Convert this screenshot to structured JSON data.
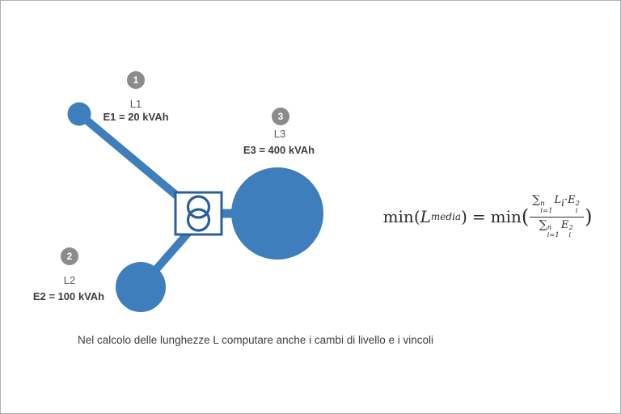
{
  "colors": {
    "node_blue": "#3e7ebc",
    "transformer_stroke": "#2a6099",
    "badge_gray": "#8b8b8b",
    "label_gray": "#595959",
    "text_dark": "#3d3d3d",
    "border_gray": "#aab0b6"
  },
  "nodes": [
    {
      "badge": "1",
      "name": "L1",
      "energy": "E1 = 20 kVAh"
    },
    {
      "badge": "2",
      "name": "L2",
      "energy": "E2 = 100 kVAh"
    },
    {
      "badge": "3",
      "name": "L3",
      "energy": "E3 = 400 kVAh"
    }
  ],
  "formula": {
    "fn1": "min",
    "open1": "(",
    "var1": "L",
    "var1_sub": "media",
    "close1": ")",
    "eq": "=",
    "fn2": "min",
    "open2": "(",
    "close2": ")",
    "num": {
      "sigma": "∑",
      "lim_sup": "n",
      "lim_sub": "i=1",
      "t1": "L",
      "t1_sub": "i",
      "op": "·",
      "t2": "E",
      "t2_sub": "i",
      "t2_sup": "2"
    },
    "den": {
      "sigma": "∑",
      "lim_sup": "n",
      "lim_sub": "i=1",
      "t1": "E",
      "t1_sub": "i",
      "t1_sup": "2"
    }
  },
  "note": "Nel calcolo delle lunghezze L computare anche i cambi di livello e i vincoli"
}
